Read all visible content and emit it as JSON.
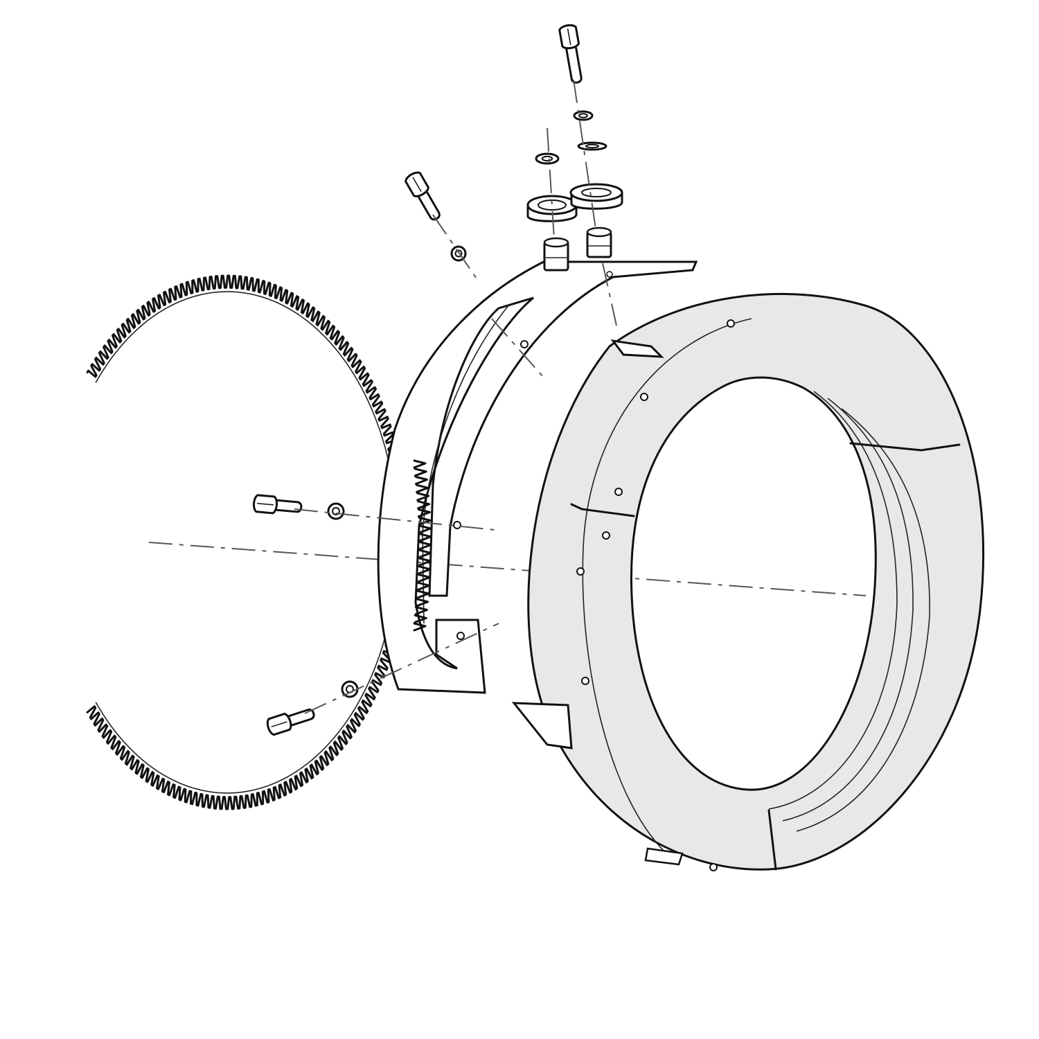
{
  "diagram": {
    "kind": "exploded-assembly",
    "text": [],
    "parts": [
      "ring-gear",
      "split-clamp-ring",
      "gear-carrier-bracket",
      "mounting-bolt",
      "washer",
      "bearing-bushing",
      "stud"
    ],
    "colors": {
      "line": "#111111",
      "shade": "#e8e8e8",
      "fill": "#ffffff",
      "axis": "#555555"
    }
  }
}
